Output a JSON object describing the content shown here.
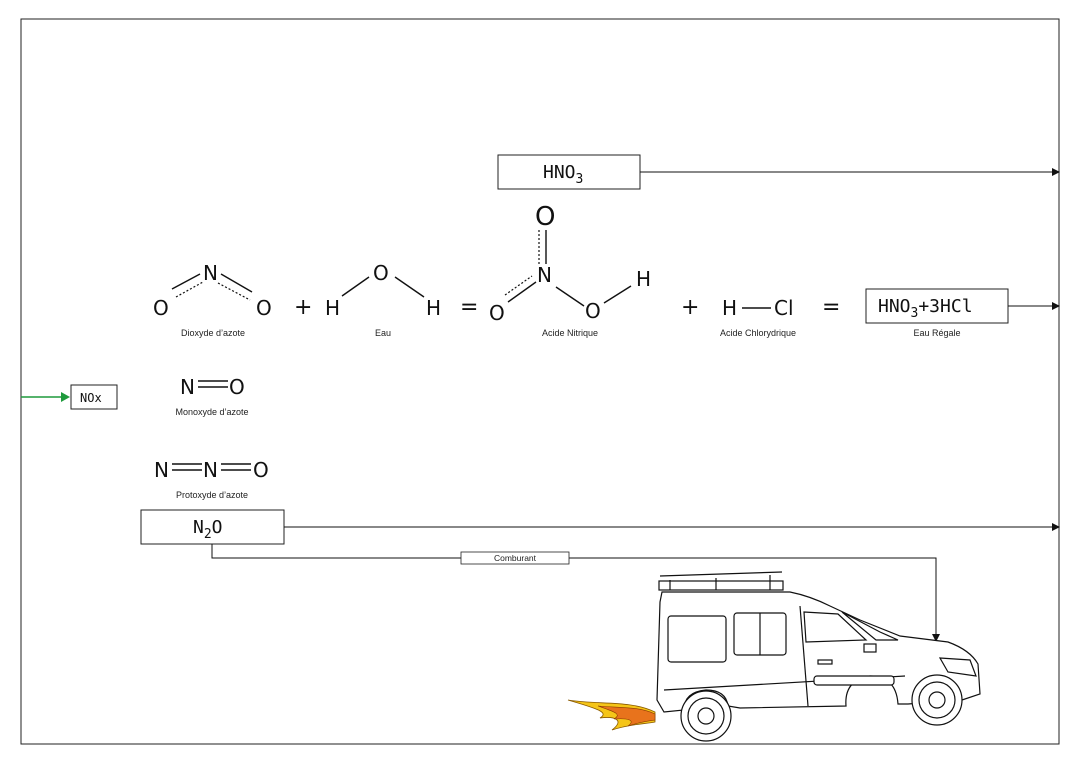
{
  "formulas": {
    "hno3_box": "HNO",
    "hno3_box_sub": "3",
    "eau_regale_box_a": "HNO",
    "eau_regale_box_sub": "3",
    "eau_regale_box_b": "+3HCl",
    "n2o_box_a": "N",
    "n2o_box_sub": "2",
    "n2o_box_b": "O",
    "nox_box": "NOx"
  },
  "equation": {
    "plus": "+",
    "equals": "=",
    "atoms": {
      "N": "N",
      "O": "O",
      "H": "H",
      "Cl": "Cl"
    }
  },
  "captions": {
    "dioxyde": "Dioxyde d’azote",
    "eau": "Eau",
    "acide_nitrique": "Acide Nitrique",
    "acide_chlorydrique": "Acide Chlorydrique",
    "eau_regale": "Eau Régale",
    "monoxyde": "Monoxyde d’azote",
    "protoxyde": "Protoxyde d’azote",
    "comburant": "Comburant"
  },
  "colors": {
    "ink": "#111111",
    "nox_arrow": "#1e9a3c",
    "flame_outer": "#f5c518",
    "flame_inner": "#e8731c"
  },
  "icons": [
    "car-icon",
    "flame-icon"
  ]
}
